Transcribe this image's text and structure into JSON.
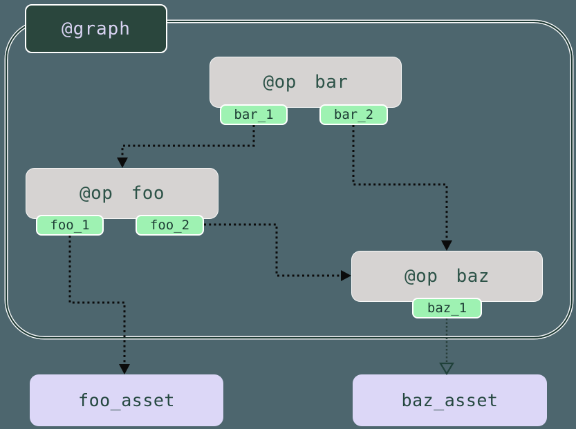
{
  "graph": {
    "label": "@graph"
  },
  "ops": [
    {
      "label": "@op bar",
      "outputs": [
        "bar_1",
        "bar_2"
      ]
    },
    {
      "label": "@op foo",
      "outputs": [
        "foo_1",
        "foo_2"
      ]
    },
    {
      "label": "@op baz",
      "outputs": [
        "baz_1"
      ]
    }
  ],
  "assets": [
    {
      "label": "foo_asset"
    },
    {
      "label": "baz_asset"
    }
  ],
  "edges": [
    {
      "from": "bar_1",
      "to": "op foo",
      "line": "dotted",
      "head": "solid"
    },
    {
      "from": "bar_2",
      "to": "op baz",
      "line": "dotted",
      "head": "solid"
    },
    {
      "from": "foo_2",
      "to": "op baz",
      "line": "dotted",
      "head": "solid"
    },
    {
      "from": "foo_1",
      "to": "foo_asset",
      "line": "dotted",
      "head": "solid"
    },
    {
      "from": "baz_1",
      "to": "baz_asset",
      "line": "dotted-fine",
      "head": "open"
    }
  ],
  "colors": {
    "background": "#4d666e",
    "graph_border": "#1e3a33",
    "graph_label_bg": "#2a463d",
    "graph_label_text": "#d8d3f2",
    "op_bg": "#d6d3d2",
    "op_text": "#2d5348",
    "output_badge_bg": "#9ef2b2",
    "output_badge_text": "#1c3a33",
    "asset_bg": "#dcd7f7",
    "asset_text": "#24473f",
    "edge": "#0b0b0b"
  }
}
